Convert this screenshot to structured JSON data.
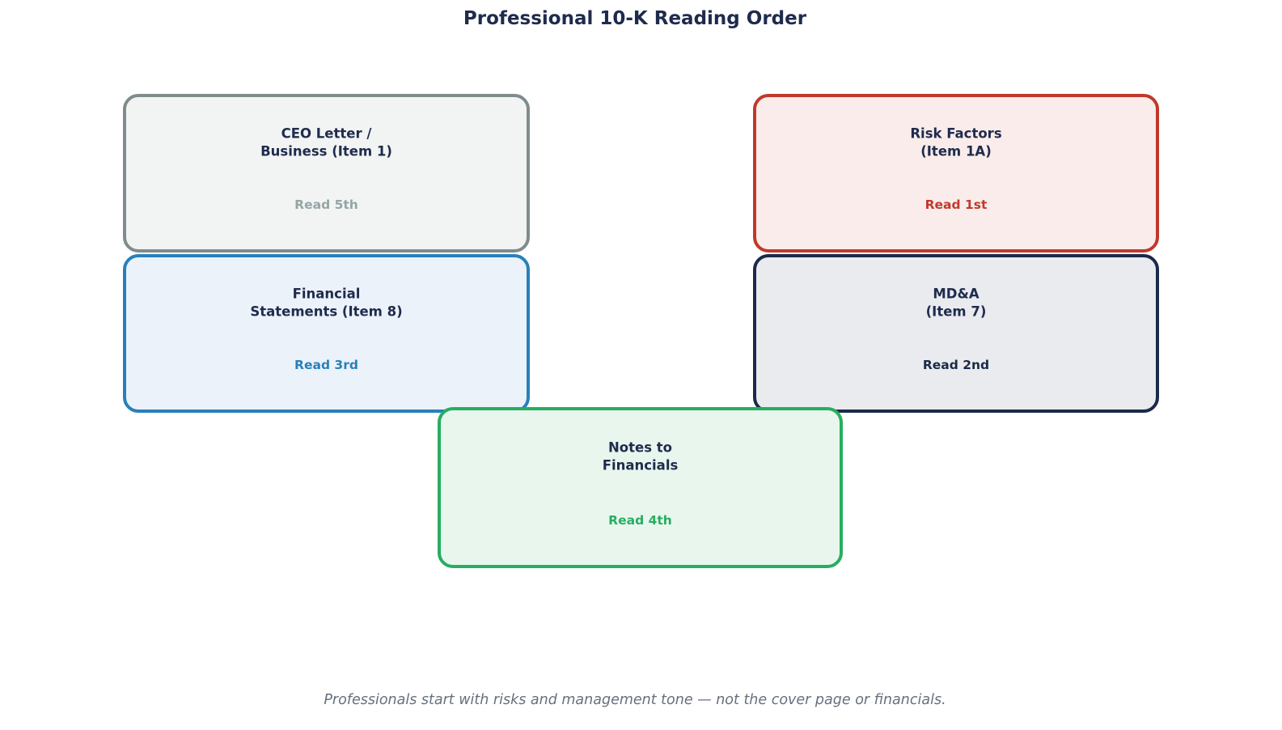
{
  "title": "Professional 10-K Reading Order",
  "caption": "Professionals start with risks and management tone — not the cover page or financials.",
  "colors": {
    "background": "#ffffff",
    "title_text": "#1f2b4d",
    "caption_text": "#66707e",
    "gray_accent": "#7f8c8d",
    "red_accent": "#c0392b",
    "blue_accent": "#2980b9",
    "navy_accent": "#1b2a4a",
    "green_accent": "#27ae60"
  },
  "boxes": [
    {
      "name": "CEO Letter / Business (Item 1)",
      "title_line1": "CEO Letter /",
      "title_line2": "Business (Item 1)",
      "read_label": "Read 5th",
      "border_color": "#7f8c8d",
      "fill_color": "#f2f4f3",
      "read_color": "#95a5a6",
      "title_color": "#1f2b4d"
    },
    {
      "name": "Risk Factors (Item 1A)",
      "title_line1": "Risk Factors",
      "title_line2": "(Item 1A)",
      "read_label": "Read 1st",
      "border_color": "#c0392b",
      "fill_color": "#f9ecea",
      "read_color": "#c0392b",
      "title_color": "#1f2b4d"
    },
    {
      "name": "Financial Statements (Item 8)",
      "title_line1": "Financial",
      "title_line2": "Statements (Item 8)",
      "read_label": "Read 3rd",
      "border_color": "#2980b9",
      "fill_color": "#ebf2fa",
      "read_color": "#2980b9",
      "title_color": "#1f2b4d"
    },
    {
      "name": "MD&A (Item 7)",
      "title_line1": "MD&A",
      "title_line2": "(Item 7)",
      "read_label": "Read 2nd",
      "border_color": "#1b2a4a",
      "fill_color": "#e9ebef",
      "read_color": "#1b2a4a",
      "title_color": "#1f2b4d"
    },
    {
      "name": "Notes to Financials",
      "title_line1": "Notes to",
      "title_line2": "Financials",
      "read_label": "Read 4th",
      "border_color": "#27ae60",
      "fill_color": "#e9f6ee",
      "read_color": "#27ae60",
      "title_color": "#1f2b4d"
    }
  ]
}
